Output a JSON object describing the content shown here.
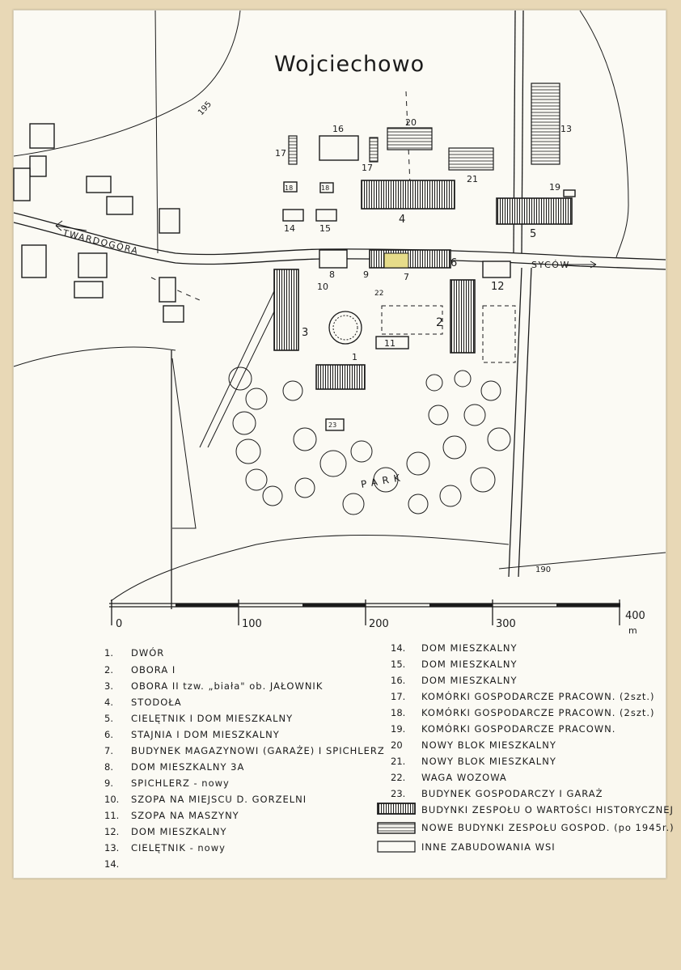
{
  "title": "Wojciechowo",
  "roads": {
    "left_label": "TWARDOGÓRA",
    "right_label": "SYCÓW",
    "road_195": "195",
    "road_190": "190"
  },
  "park_label": "PARK",
  "building_numbers": [
    "1",
    "2",
    "3",
    "4",
    "5",
    "6",
    "7",
    "8",
    "9",
    "10",
    "11",
    "12",
    "13",
    "14",
    "15",
    "16",
    "17",
    "17",
    "18",
    "18",
    "19",
    "20",
    "21",
    "22",
    "23"
  ],
  "scale": {
    "ticks": [
      "0",
      "100",
      "200",
      "300",
      "400"
    ],
    "unit": "m"
  },
  "legend_left": [
    {
      "num": "1.",
      "text": "DWÓR"
    },
    {
      "num": "2.",
      "text": "OBORA I"
    },
    {
      "num": "3.",
      "text": "OBORA II tzw. „biała\" ob. JAŁOWNIK"
    },
    {
      "num": "4.",
      "text": "STODOŁA"
    },
    {
      "num": "5.",
      "text": "CIELĘTNIK I DOM MIESZKALNY"
    },
    {
      "num": "6.",
      "text": "STAJNIA I DOM MIESZKALNY"
    },
    {
      "num": "7.",
      "text": "BUDYNEK MAGAZYNOWI (GARAŻE) I SPICHLERZ"
    },
    {
      "num": "8.",
      "text": "DOM MIESZKALNY 3A"
    },
    {
      "num": "9.",
      "text": "SPICHLERZ - nowy"
    },
    {
      "num": "10.",
      "text": "SZOPA NA MIEJSCU D. GORZELNI"
    },
    {
      "num": "11.",
      "text": "SZOPA NA MASZYNY"
    },
    {
      "num": "12.",
      "text": "DOM MIESZKALNY"
    },
    {
      "num": "13.",
      "text": "CIELĘTNIK - nowy"
    },
    {
      "num": "14.",
      "text": ""
    }
  ],
  "legend_right": [
    {
      "num": "14.",
      "text": "DOM MIESZKALNY"
    },
    {
      "num": "15.",
      "text": "DOM MIESZKALNY"
    },
    {
      "num": "16.",
      "text": "DOM MIESZKALNY"
    },
    {
      "num": "17.",
      "text": "KOMÓRKI GOSPODARCZE PRACOWN. (2szt.)"
    },
    {
      "num": "18.",
      "text": "KOMÓRKI GOSPODARCZE PRACOWN. (2szt.)"
    },
    {
      "num": "19.",
      "text": "KOMÓRKI GOSPODARCZE PRACOWN."
    },
    {
      "num": "20",
      "text": "NOWY BLOK MIESZKALNY"
    },
    {
      "num": "21.",
      "text": "NOWY BLOK MIESZKALNY"
    },
    {
      "num": "22.",
      "text": "WAGA WOZOWA"
    },
    {
      "num": "23.",
      "text": "BUDYNEK GOSPODARCZY I GARAŻ"
    }
  ],
  "legend_symbols": [
    {
      "style": "hatched",
      "text": "BUDYNKI ZESPOŁU O WARTOŚCI HISTORYCZNEJ"
    },
    {
      "style": "lined",
      "text": "NOWE BUDYNKI ZESPOŁU GOSPOD. (po 1945r.)"
    },
    {
      "style": "plain",
      "text": "INNE ZABUDOWANIA WSI"
    }
  ],
  "colors": {
    "paper": "#fbfaf4",
    "board": "#e8d8b6",
    "ink": "#1b1b1b",
    "highlight": "#e6dc8a"
  }
}
